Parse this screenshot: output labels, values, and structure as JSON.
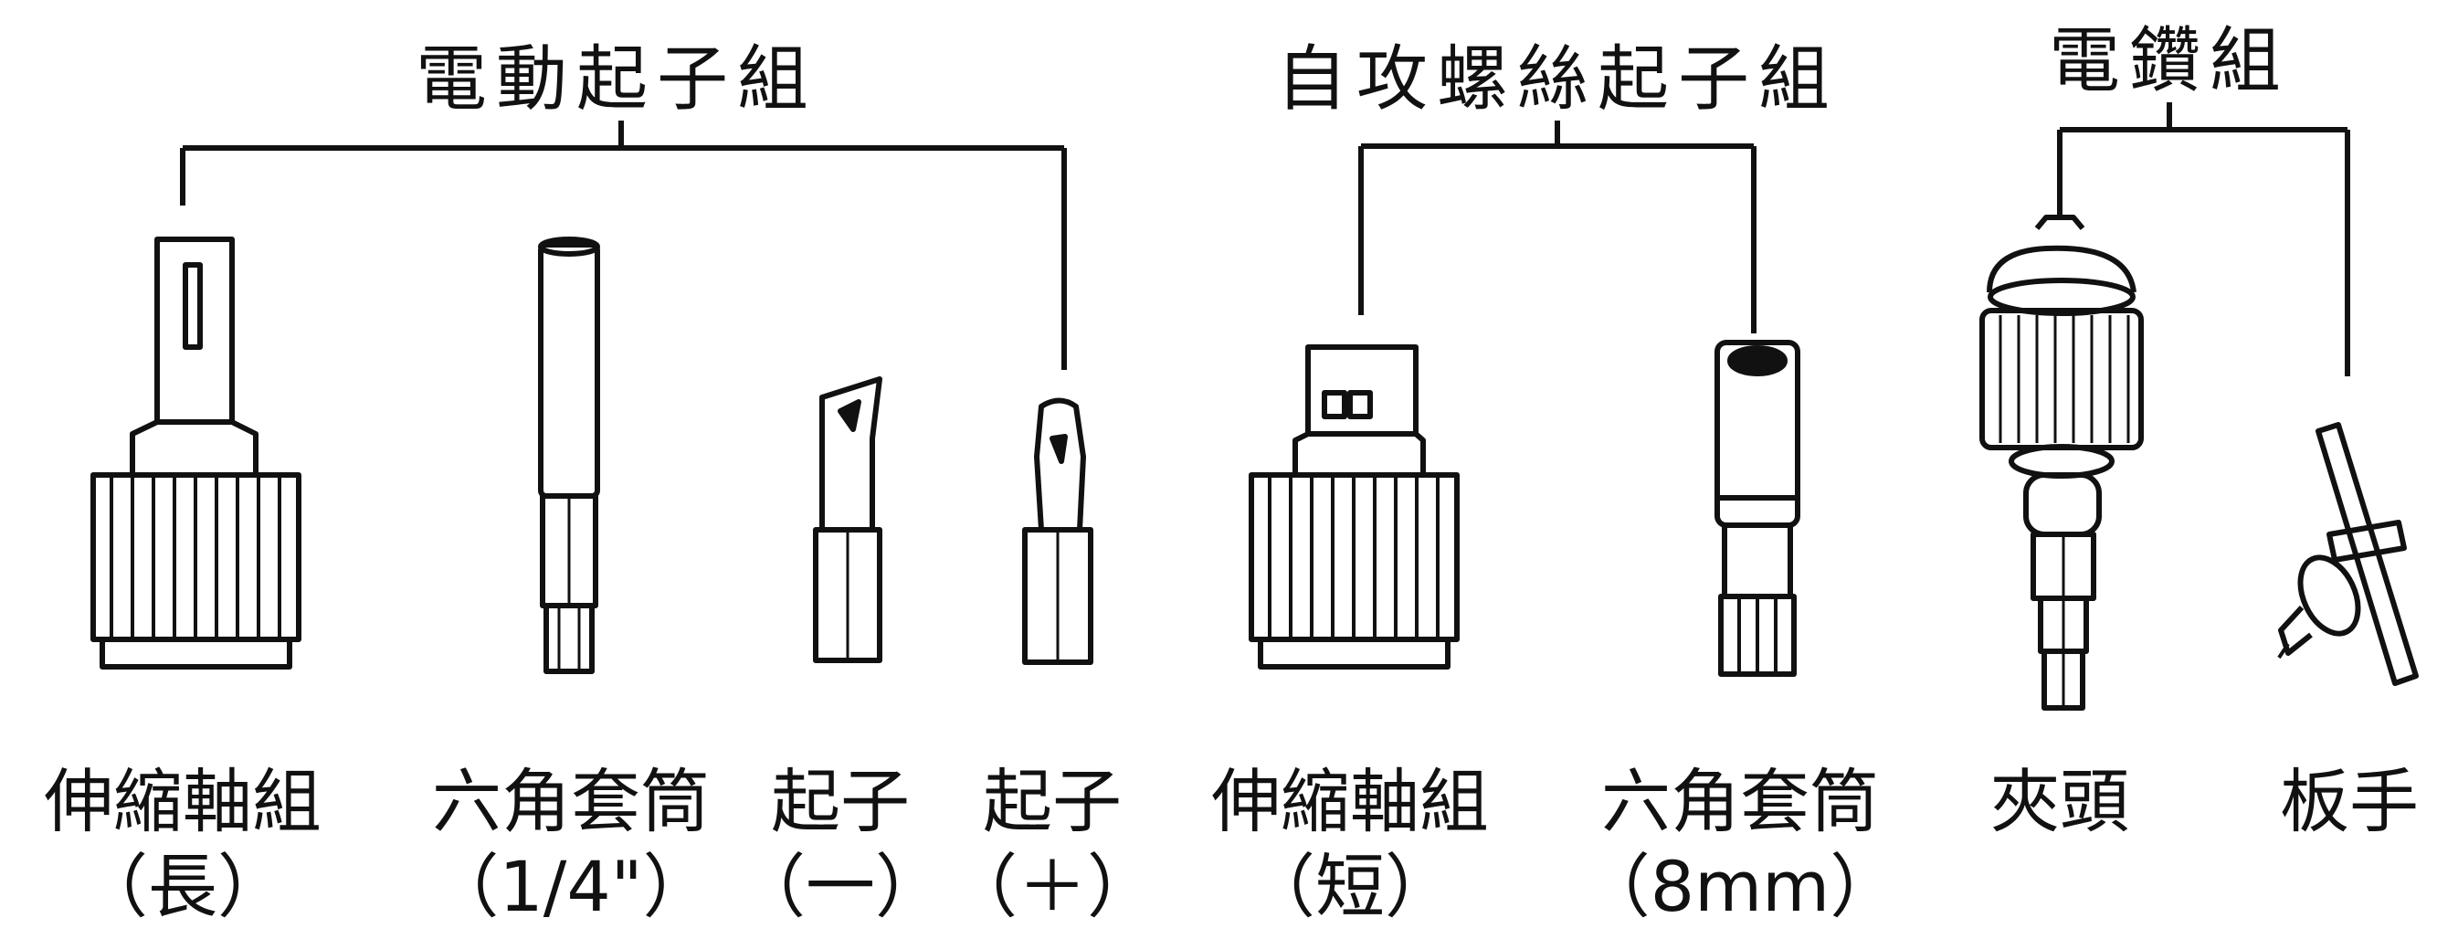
{
  "groups": [
    {
      "title": "電動起子組",
      "items": [
        {
          "name": "伸縮軸組",
          "spec": "（長）",
          "icon": "extension-shaft-long-icon"
        },
        {
          "name": "六角套筒",
          "spec": "（1/4\"）",
          "icon": "hex-socket-quarter-inch-icon"
        },
        {
          "name": "起子",
          "spec": "（一）",
          "icon": "flat-screwdriver-bit-icon"
        },
        {
          "name": "起子",
          "spec": "（＋）",
          "icon": "phillips-screwdriver-bit-icon"
        }
      ]
    },
    {
      "title": "自攻螺絲起子組",
      "items": [
        {
          "name": "伸縮軸組",
          "spec": "（短）",
          "icon": "extension-shaft-short-icon"
        },
        {
          "name": "六角套筒",
          "spec": "（8mm）",
          "icon": "hex-socket-8mm-icon"
        }
      ]
    },
    {
      "title": "電鑽組",
      "items": [
        {
          "name": "夾頭",
          "spec": "",
          "icon": "drill-chuck-icon"
        },
        {
          "name": "板手",
          "spec": "",
          "icon": "chuck-key-icon"
        }
      ]
    }
  ],
  "colors": {
    "line": "#111111",
    "background": "#ffffff"
  }
}
